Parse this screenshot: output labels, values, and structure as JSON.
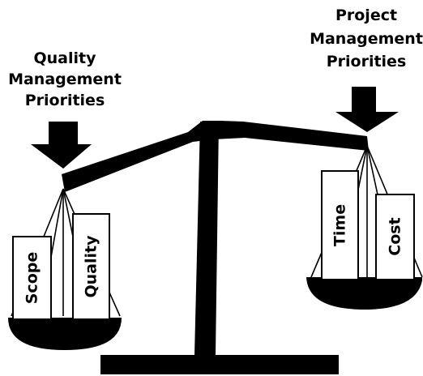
{
  "left_side": {
    "caption_lines": [
      "Quality",
      "Management",
      "Priorities"
    ],
    "boxes": {
      "scope": "Scope",
      "quality": "Quality"
    }
  },
  "right_side": {
    "caption_lines": [
      "Project",
      "Management",
      "Priorities"
    ],
    "boxes": {
      "time": "Time",
      "cost": "Cost"
    }
  },
  "colors": {
    "ink": "#000000",
    "paper": "#ffffff"
  },
  "icons": [
    "down-arrow-icon",
    "down-arrow-icon"
  ]
}
